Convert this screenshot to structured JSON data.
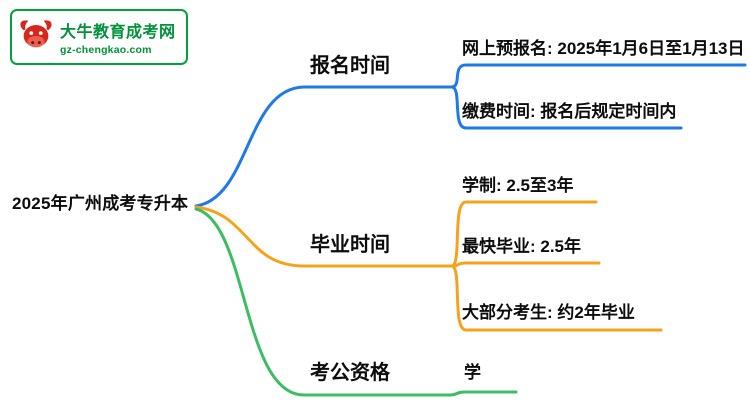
{
  "logo": {
    "title": "大牛教育成考网",
    "subtitle": "gz-chengkao.com",
    "border_color": "#00a23e",
    "text_color": "#00913a",
    "bull_color": "#d9261c"
  },
  "root": {
    "label": "2025年广州成考专升本",
    "color": "#0c0c0c"
  },
  "branches": [
    {
      "label": "报名时间",
      "color": "#2079e8",
      "children": [
        {
          "label": "网上预报名: 2025年1月6日至1月13日"
        },
        {
          "label": "缴费时间: 报名后规定时间内"
        }
      ]
    },
    {
      "label": "毕业时间",
      "color": "#f6a21d",
      "children": [
        {
          "label": "学制: 2.5至3年"
        },
        {
          "label": "最快毕业: 2.5年"
        },
        {
          "label": "大部分考生: 约2年毕业"
        }
      ]
    },
    {
      "label": "考公资格",
      "color": "#3dbd63",
      "children": [
        {
          "label": "学"
        }
      ]
    }
  ]
}
